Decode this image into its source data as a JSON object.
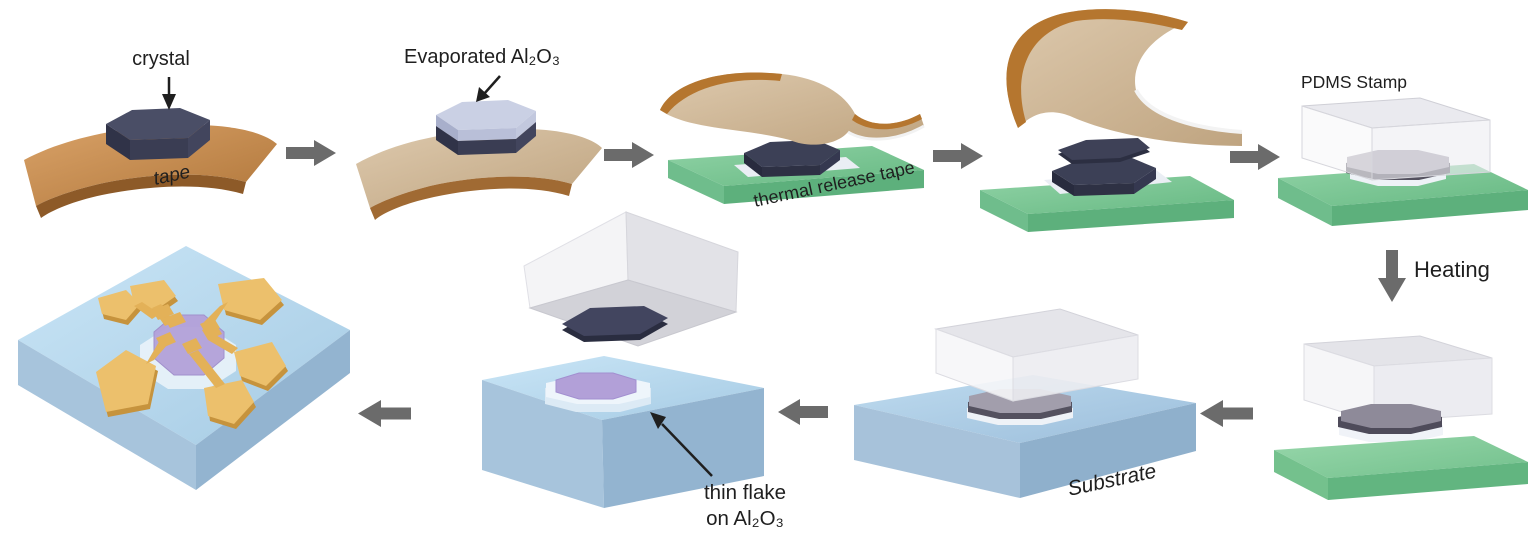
{
  "figure": {
    "type": "process-flow-diagram",
    "background": "#ffffff",
    "text_color": "#1f1f1f",
    "arrow_color": "#6b6b6b"
  },
  "labels": {
    "crystal": "crystal",
    "tape": "tape",
    "evaporated_al2o3": "Evaporated Al₂O₃",
    "thermal_release_tape": "thermal release tape",
    "pdms_stamp": "PDMS Stamp",
    "heating": "Heating",
    "substrate": "Substrate",
    "thin_flake_line1": "thin flake",
    "thin_flake_line2": "on Al₂O₃"
  },
  "colors": {
    "tape_brown": "#c08449",
    "tape_front_edge": "#8d5a28",
    "coated_tape_tan": "#cdb596",
    "thermal_tape_green": "#82c79a",
    "crystal_dark": "#3e4157",
    "al2o3_light": "#c7cce0",
    "pdms_white": "#f4f4f6",
    "substrate_blue": "#b3d3ec",
    "flake_purple": "#b2a0d6",
    "electrode_gold": "#ecc06c",
    "arrow_gray": "#6b6b6b"
  }
}
